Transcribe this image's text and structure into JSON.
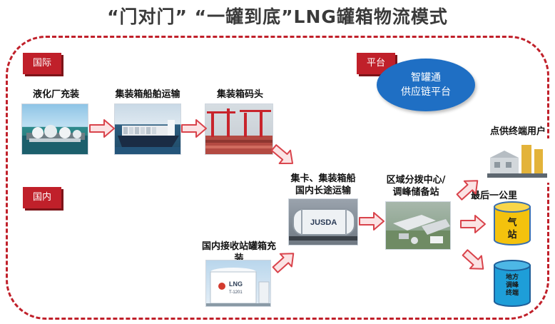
{
  "title": "“门对门” “一罐到底”LNG罐箱物流模式",
  "tags": {
    "international": "国际",
    "domestic": "国内",
    "platform": "平台"
  },
  "platform_name": {
    "line1": "智罐通",
    "line2": "供应链平台"
  },
  "steps": {
    "liquefaction": "液化厂充装",
    "container_ship": "集装箱船舶运输",
    "container_terminal": "集装箱码头",
    "long_haul": "集卡、集装箱船国内长途运输",
    "regional_hub": "区域分拨中心/调峰储备站",
    "receiving_station": "国内接收站罐箱充装"
  },
  "endpoints": {
    "point_supply": "点供终端用户",
    "last_mile": "最后一公里",
    "gas_station": "气站",
    "peak_station": "地方调峰终端"
  },
  "photo_texts": {
    "tank_brand": "LNG",
    "tank_code": "T-1201",
    "trailer_brand": "JUSDA"
  },
  "colors": {
    "accent": "#c0202a",
    "platform_blue": "#1f6fc4",
    "gas_station": "#f4c20d",
    "peak_station": "#1e9ed8",
    "arrow_fill": "#fbe3e4",
    "arrow_stroke": "#d9434b"
  }
}
